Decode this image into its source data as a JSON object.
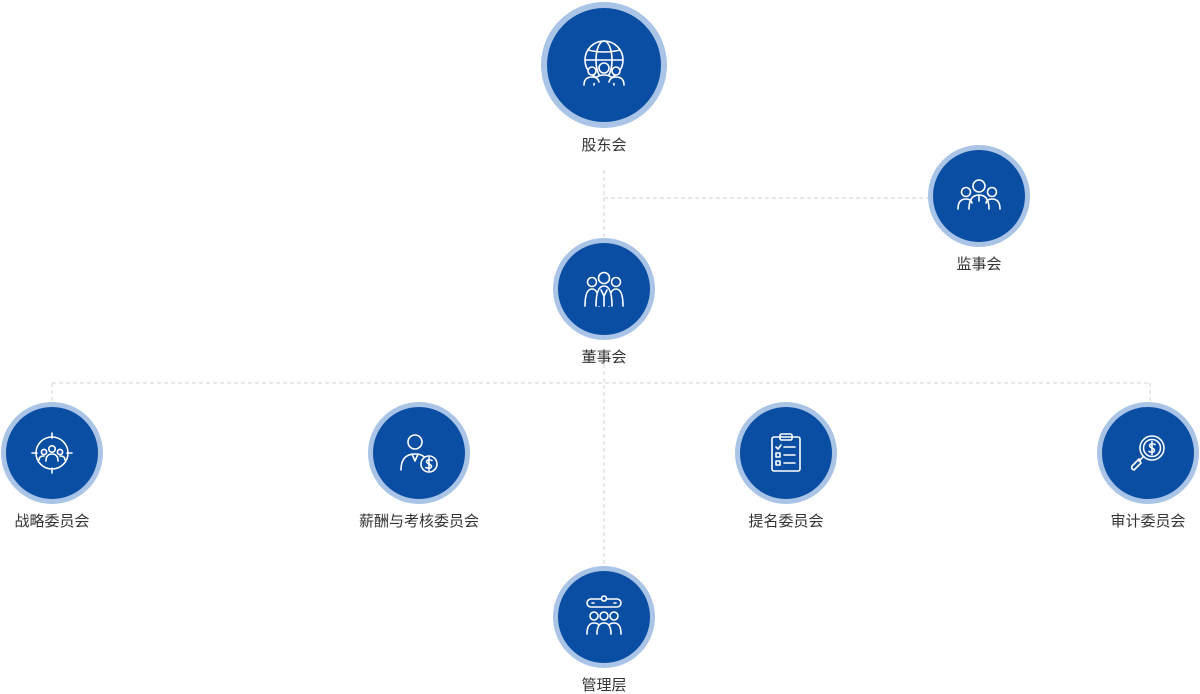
{
  "colors": {
    "node_fill": "#0a4ea3",
    "node_ring": "#a9c4e6",
    "connector": "#d0d0d0",
    "label_text": "#333333"
  },
  "nodes": {
    "shareholders": {
      "label": "股东会",
      "icon": "globe-people-icon"
    },
    "supervisory": {
      "label": "监事会",
      "icon": "people-group-icon"
    },
    "board": {
      "label": "董事会",
      "icon": "team-network-icon"
    },
    "strategy": {
      "label": "战略委员会",
      "icon": "target-people-icon"
    },
    "compensation": {
      "label": "薪酬与考核委员会",
      "icon": "person-dollar-icon"
    },
    "nomination": {
      "label": "提名委员会",
      "icon": "clipboard-checklist-icon"
    },
    "audit": {
      "label": "审计委员会",
      "icon": "magnifier-dollar-icon"
    },
    "management": {
      "label": "管理层",
      "icon": "team-speech-icon"
    }
  }
}
